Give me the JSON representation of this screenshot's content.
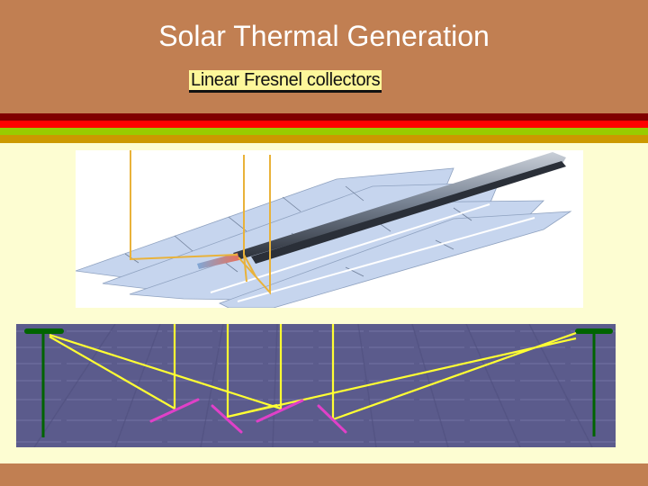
{
  "slide": {
    "title": "Solar Thermal Generation",
    "subtitle": "Linear Fresnel collectors"
  },
  "colors": {
    "header_bg": "#c17f52",
    "body_bg": "#fdfdd2",
    "stripe_dark_red": "#800000",
    "stripe_red": "#ff0000",
    "stripe_green": "#99cc00",
    "stripe_gold": "#cc9900",
    "subtitle_highlight": "#fdf79a",
    "ray_color": "#ffff33",
    "mirror_color": "#e040c8",
    "receiver_color": "#006400",
    "lower_panel_bg": "#5b5b8c"
  },
  "figures": {
    "upper": {
      "description": "3D render of linear Fresnel mirror rows with elevated receiver tube and sun rays",
      "ray_count": 3
    },
    "lower": {
      "description": "2D schematic: two elevated receivers at each end, four tilted mirrors reflecting vertical sun rays",
      "receivers": 2,
      "mirrors": 4,
      "vertical_rays": 4
    }
  }
}
